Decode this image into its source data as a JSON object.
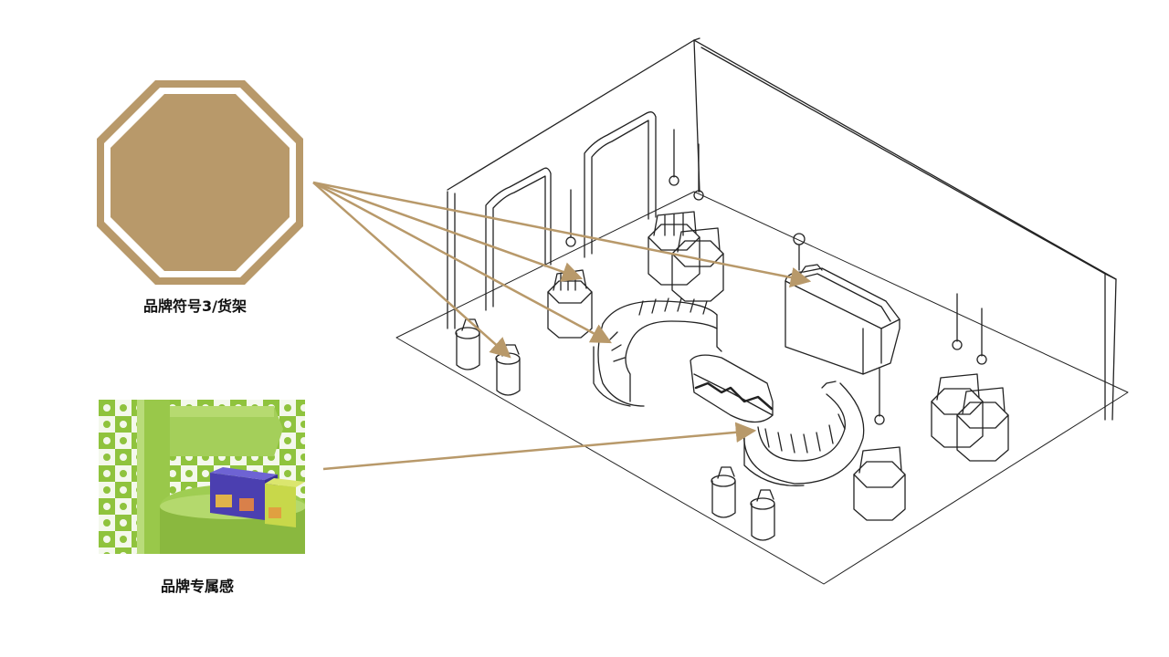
{
  "labels": {
    "brand_symbol": "品牌符号3/货架",
    "brand_identity": "品牌专属感"
  },
  "colors": {
    "brand_gold": "#b8996a",
    "line_art": "#222222",
    "photo_green": "#8fc33d",
    "product_blue": "#4b3fb0"
  },
  "icons": {
    "brand_symbol": "octagon-badge"
  }
}
